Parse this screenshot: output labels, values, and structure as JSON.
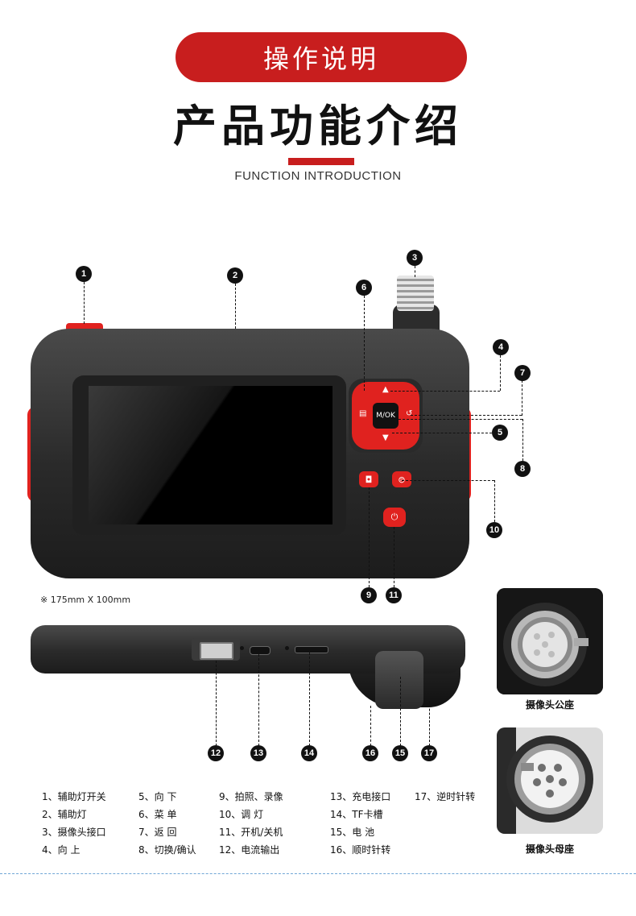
{
  "header": {
    "pill_text": "操作说明",
    "title": "产品功能介绍",
    "subtitle": "FUNCTION INTRODUCTION"
  },
  "device": {
    "dimension_note": "※ 175mm X 100mm",
    "center_key_label": "M/OK"
  },
  "callouts": [
    "1",
    "2",
    "3",
    "4",
    "5",
    "6",
    "7",
    "8",
    "9",
    "10",
    "11",
    "12",
    "13",
    "14",
    "15",
    "16",
    "17"
  ],
  "photos": [
    {
      "caption": "摄像头公座"
    },
    {
      "caption": "摄像头母座"
    }
  ],
  "legend": [
    "1、辅助灯开关",
    "2、辅助灯",
    "3、摄像头接口",
    "4、向 上",
    "5、向 下",
    "6、菜 单",
    "7、返 回",
    "8、切换/确认",
    "9、拍照、录像",
    "10、调 灯",
    "11、开机/关机",
    "12、电流输出",
    "13、充电接口",
    "14、TF卡槽",
    "15、电 池",
    "16、顺时针转",
    "17、逆时针转"
  ],
  "colors": {
    "accent": "#c81e1e",
    "device": "#2a2a2a",
    "button": "#e0221f"
  },
  "icons": [
    "menu-icon",
    "up-arrow-icon",
    "down-arrow-icon",
    "back-icon",
    "camera-icon",
    "light-icon",
    "power-icon"
  ]
}
